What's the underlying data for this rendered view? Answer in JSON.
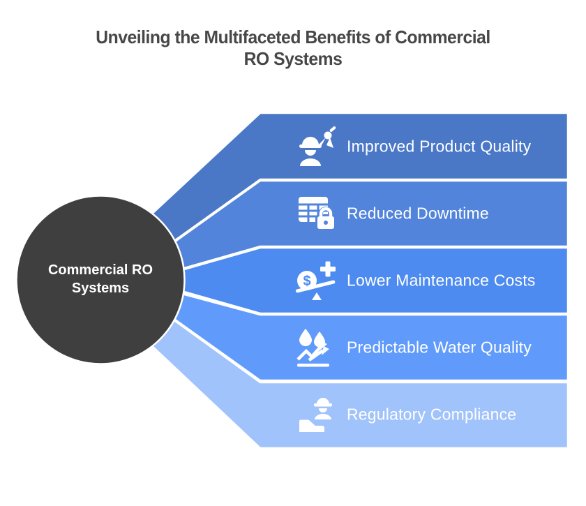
{
  "title": {
    "line1": "Unveiling the Multifaceted Benefits of Commercial",
    "line2": "RO Systems"
  },
  "center": {
    "label": "Commercial RO Systems",
    "color": "#3f3f3f",
    "border_color": "#ffffff"
  },
  "benefits": [
    {
      "label": "Improved Product Quality",
      "color": "#4a78c6",
      "icon": "engineer-compass-icon"
    },
    {
      "label": "Reduced Downtime",
      "color": "#5184da",
      "icon": "table-lock-icon"
    },
    {
      "label": "Lower Maintenance Costs",
      "color": "#4d8bf0",
      "icon": "dollar-balance-icon"
    },
    {
      "label": "Predictable Water Quality",
      "color": "#609bfb",
      "icon": "water-trend-icon"
    },
    {
      "label": "Regulatory Compliance",
      "color": "#a1c3fb",
      "icon": "compliance-worker-icon"
    }
  ],
  "glyphs": {
    "dollar": "$"
  }
}
